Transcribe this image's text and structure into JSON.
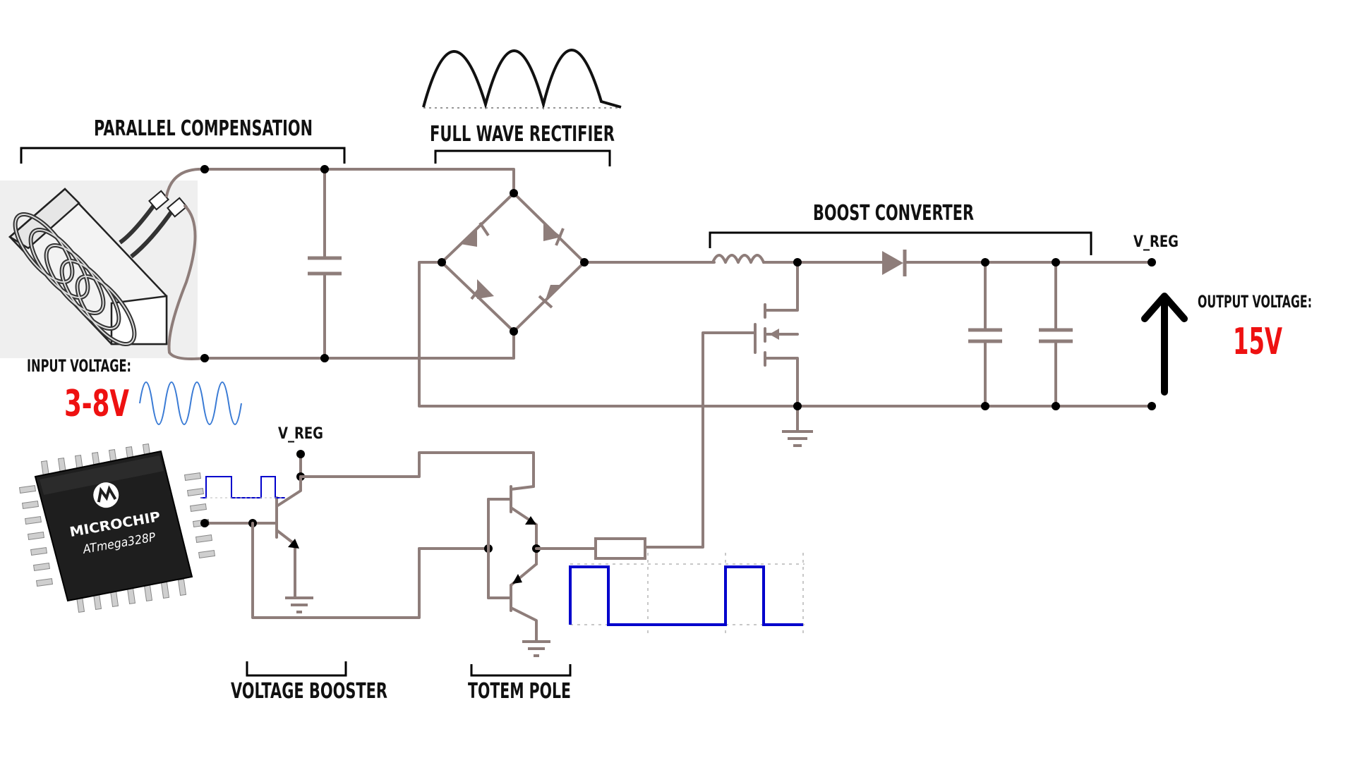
{
  "labels": {
    "parallel_compensation": "PARALLEL COMPENSATION",
    "full_wave_rectifier": "FULL WAVE RECTIFIER",
    "boost_converter": "BOOST CONVERTER",
    "voltage_booster": "VOLTAGE BOOSTER",
    "totem_pole": "TOTEM POLE",
    "input_voltage": "INPUT VOLTAGE:",
    "input_value": "3-8V",
    "output_voltage": "OUTPUT VOLTAGE:",
    "output_value": "15V",
    "v_reg_top": "V_REG",
    "v_reg_bottom": "V_REG"
  },
  "chip": {
    "brand": "MICROCHIP",
    "model": "ATmega328P"
  },
  "colors": {
    "wire": "#8e7d7a",
    "accent_red": "#ee1111",
    "pwm_blue": "#0000cc",
    "sine_blue": "#3a7bd5"
  },
  "icons": [
    "coil-icon",
    "microchip-icon",
    "arrow-up-icon",
    "ground-icon"
  ]
}
